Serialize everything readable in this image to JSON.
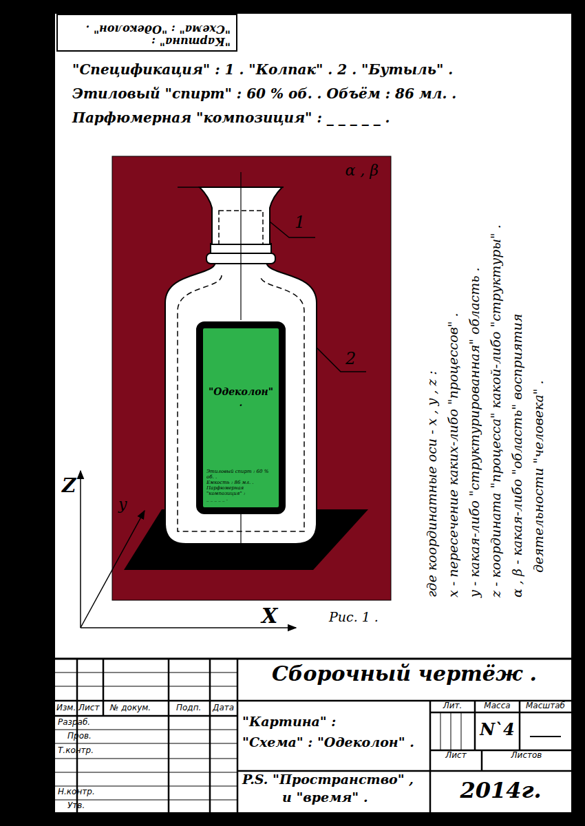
{
  "diagram": {
    "nodes": [
      {
        "text": [
          "\"Картина\" :",
          "\"Схема\" : \"Одеколон\" ."
        ]
      },
      {
        "text": [
          "α , β"
        ]
      },
      {
        "text": [
          "\"Одеколон\" .",
          "Этиловый спирт : 60 % об. .",
          "Емкость : 86 мл. .",
          "Парфюмерная \"композиция\" :",
          "_ _ _ _ _ ."
        ],
        "in": 1
      }
    ],
    "labels": [
      "\"Спецификация\" : 1 . \"Колпак\" . 2 . \"Бутыль\" .",
      "Этиловый \"спирт\" : 60 % об. . Объём : 86 мл. .",
      "Парфюмерная \"композиция\" : _ _ _ _ _ .",
      "1",
      "2",
      "Z",
      "y",
      "X",
      "Рис. 1 .",
      "где координатные оси - x , y , z :",
      "x - пересечение каких-либо \"процессов\" .",
      "y - какая-либо \"структурированная\" область .",
      "z - координата \"процесса\" какой-либо \"структуры\" .",
      "α , β - какая-либо \"область\" восприятия деятельности \"человека\" .",
      "Сборочный чертёж .",
      "Изм.",
      "Лист",
      "№ докум.",
      "Подп.",
      "Дата",
      "Разраб.",
      "Пров.",
      "Т.контр.",
      "Н.контр.",
      "Утв.",
      "\"Картина\" :",
      "\"Схема\" : \"Одеколон\" .",
      "Лит.",
      "Масса",
      "Масштаб",
      "N`4",
      "Лист",
      "Листов",
      "P.S. \"Пространство\" ,",
      "и \"время\" .",
      "2014г."
    ]
  }
}
